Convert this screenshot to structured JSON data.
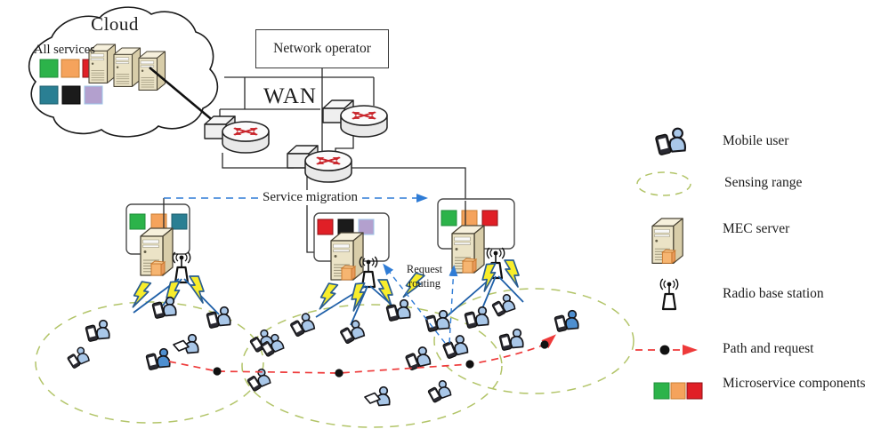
{
  "figure": {
    "cloud_label": "Cloud",
    "all_services_label": "All services",
    "network_operator_label": "Network operator",
    "wan_label": "WAN",
    "service_migration_label": "Service migration",
    "request_routing_line1": "Request",
    "request_routing_line2": "routing"
  },
  "legend": {
    "items": [
      {
        "icon": "mobile-user",
        "label": "Mobile user"
      },
      {
        "icon": "sensing-range",
        "label": "Sensing range"
      },
      {
        "icon": "mec-server",
        "label": "MEC server"
      },
      {
        "icon": "radio-base-station",
        "label": "Radio base station"
      },
      {
        "icon": "path-and-request",
        "label": "Path and request"
      },
      {
        "icon": "microservice-components",
        "label": "Microservice components"
      }
    ]
  },
  "colors": {
    "green": "#2cb34a",
    "orange": "#f5a35c",
    "red": "#e01f26",
    "teal": "#2a7f93",
    "black": "#1b1b1b",
    "purple": "#b3a0ce",
    "migration_blue": "#2f7cd6",
    "path_red": "#ee3a3a",
    "sensing_olive": "#b2c468",
    "lightning_yellow": "#f8ed2b",
    "line_dark": "#2a2a2a"
  },
  "microservices": {
    "cloud_all_services": [
      "green",
      "orange",
      "red",
      "teal",
      "black",
      "purple"
    ],
    "mec1": [
      "green",
      "orange",
      "teal"
    ],
    "mec2": [
      "red",
      "black",
      "purple"
    ],
    "mec3": [
      "green",
      "orange",
      "red"
    ]
  }
}
